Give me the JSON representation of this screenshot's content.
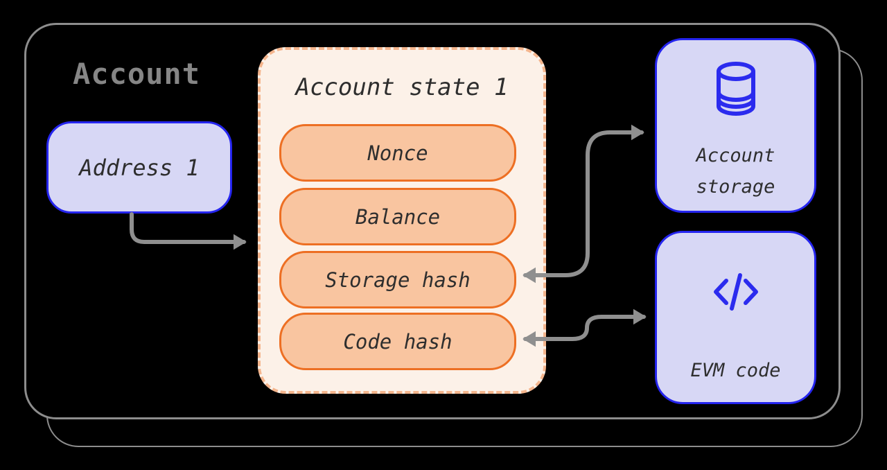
{
  "diagram": {
    "title": "Account",
    "address": {
      "label": "Address 1"
    },
    "state": {
      "title": "Account state 1",
      "fields": [
        "Nonce",
        "Balance",
        "Storage hash",
        "Code hash"
      ]
    },
    "storage": {
      "label": "Account storage",
      "icon": "database-icon"
    },
    "evm": {
      "label": "EVM code",
      "icon": "code-icon"
    },
    "connections": [
      {
        "from": "address-1",
        "to": "account-state-1",
        "style": "arrow"
      },
      {
        "from": "storage-hash",
        "to": "account-storage",
        "style": "double-arrow"
      },
      {
        "from": "code-hash",
        "to": "evm-code",
        "style": "double-arrow"
      }
    ]
  },
  "colors": {
    "background": "#000000",
    "card_border": "#8d8d8d",
    "title_gray": "#868686",
    "lavender_fill": "#d7d7f5",
    "blue_border": "#2525ef",
    "icon_blue": "#2b2bee",
    "state_fill": "#fcf1e8",
    "state_dash_border": "#f4b58d",
    "pill_fill": "#f9c5a0",
    "pill_border": "#ed6f23",
    "text_dark": "#2e2e2e",
    "arrow_gray": "#8f8f8f"
  }
}
